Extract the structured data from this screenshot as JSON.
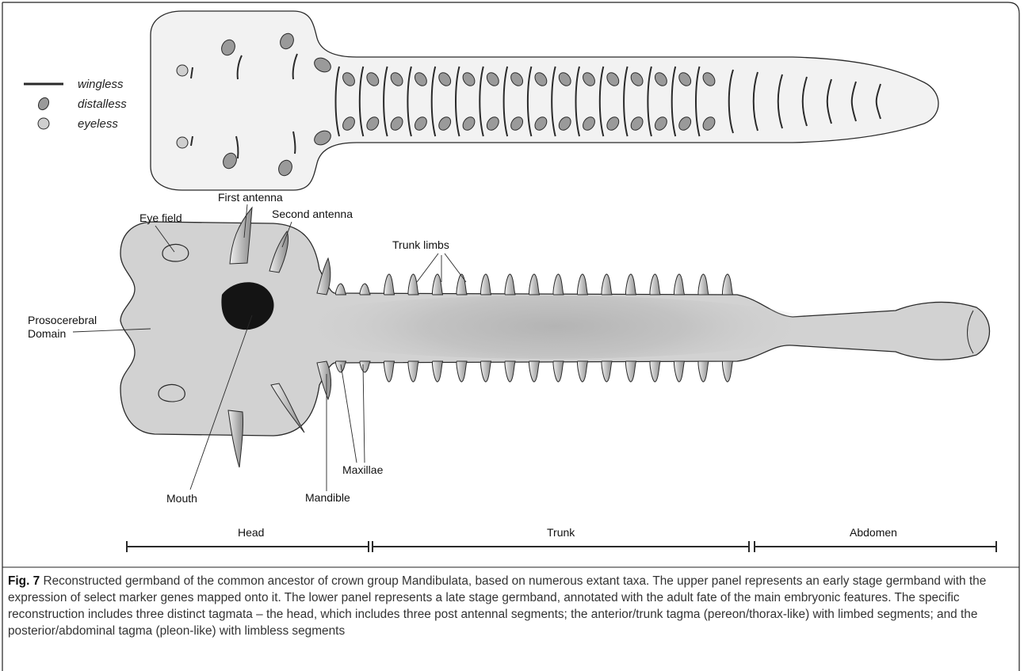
{
  "legend": [
    {
      "name": "wingless",
      "symbol": "bar",
      "color": "#2a2a2a"
    },
    {
      "name": "distalless",
      "symbol": "dark-oval",
      "color": "#9a9a9a"
    },
    {
      "name": "eyeless",
      "symbol": "light-oval",
      "color": "#cfcfcf"
    }
  ],
  "labels": {
    "eye_field": "Eye field",
    "first_antenna": "First antenna",
    "second_antenna": "Second antenna",
    "trunk_limbs": "Trunk limbs",
    "prosocerebral_line1": "Prosocerebral",
    "prosocerebral_line2": "Domain",
    "mouth": "Mouth",
    "mandible": "Mandible",
    "maxillae": "Maxillae"
  },
  "tagmata": {
    "head": "Head",
    "trunk": "Trunk",
    "abdomen": "Abdomen"
  },
  "caption": {
    "figure_label": "Fig. 7",
    "text": "Reconstructed germband of the common ancestor of crown group Mandibulata, based on numerous extant taxa. The upper panel represents an early stage germband with the expression of select marker genes mapped onto it. The lower panel represents a late stage germband, annotated with the adult fate of the main embryonic features. The specific reconstruction includes three distinct tagmata – the head, which includes three post antennal segments; the anterior/trunk tagma (pereon/thorax-like) with limbed segments; and the posterior/abdominal tagma (pleon-like) with limbless segments"
  },
  "colors": {
    "body_fill": "#f2f2f2",
    "embryo_fill": "#d2d2d2",
    "outline": "#2a2a2a",
    "mouth": "#141414"
  }
}
